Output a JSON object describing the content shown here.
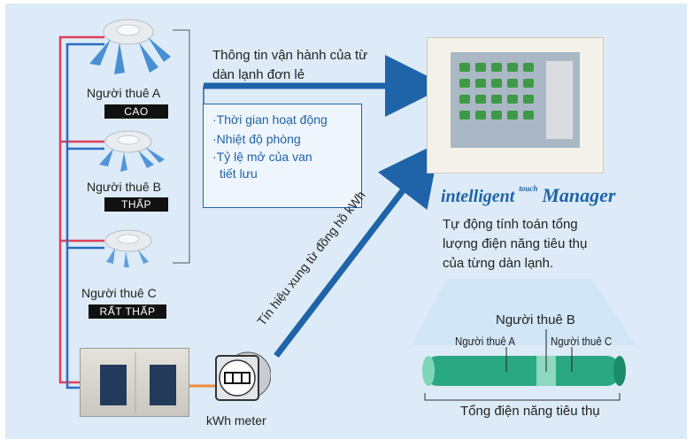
{
  "flow_label": {
    "line1": "Thông tin vận hành của từ",
    "line2": "dàn lạnh đơn lẻ"
  },
  "info_items": [
    "Thời gian hoạt động",
    "Nhiệt độ phòng",
    "Tỷ lệ mở của van",
    "tiết lưu"
  ],
  "tenants": [
    {
      "name": "Người thuê A",
      "level": "CAO"
    },
    {
      "name": "Người thuê B",
      "level": "THẤP"
    },
    {
      "name": "Người thuê C",
      "level": "RẤT THẤP"
    }
  ],
  "signal_label": "Tín hiệu xung từ đồng hồ kWh",
  "meter_label": "kWh meter",
  "logo": {
    "word1": "intelligent",
    "touch": "touch",
    "word2": "Manager"
  },
  "description": {
    "line1": "Tự động tính toán tổng",
    "line2": "lượng điện năng tiêu thụ",
    "line3": "của từng dàn lạnh."
  },
  "consumption": {
    "tenant_b": "Người thuê B",
    "tenant_a": "Người thuê A",
    "tenant_c": "Người thuê C",
    "total": "Tổng điện năng tiêu thụ"
  },
  "colors": {
    "arrow": "#1f63a8",
    "pipe_red": "#e0405a",
    "pipe_blue": "#2b6cc4",
    "wire": "#f08a3c",
    "bar": "#2aa882"
  }
}
